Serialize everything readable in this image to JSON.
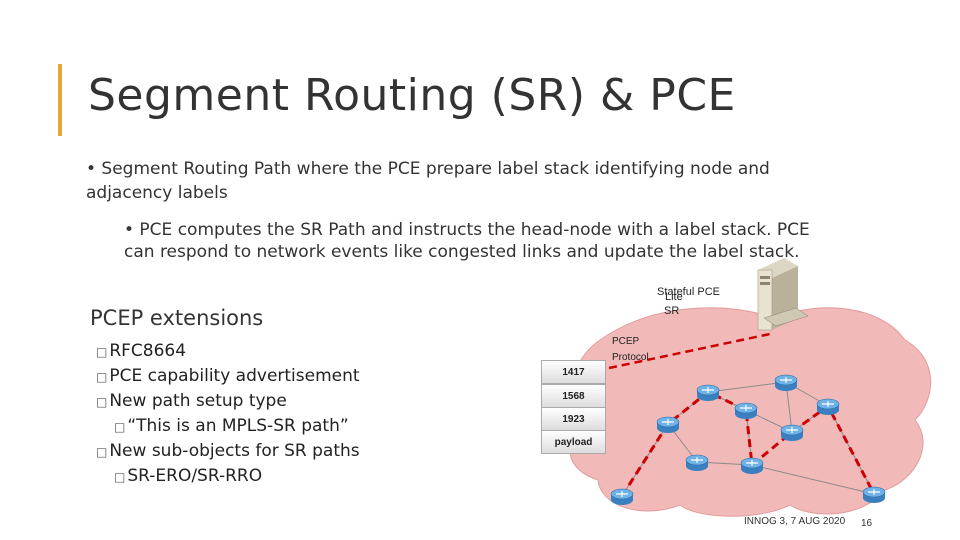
{
  "slide": {
    "title": "Segment Routing (SR) & PCE",
    "bullet_1": "• Segment Routing Path where the PCE prepare label stack identifying node and  adjacency labels",
    "bullet_2": "• PCE computes the SR Path and instructs the head-node with a label stack. PCE can respond to network events like congested links and update the label  stack."
  },
  "extensions": {
    "heading": "PCEP extensions",
    "items": [
      {
        "text": "RFC8664",
        "level": 1
      },
      {
        "text": "PCE capability advertisement",
        "level": 1
      },
      {
        "text": "New path setup type",
        "level": 1
      },
      {
        "text": "“This is an MPLS-SR path”",
        "level": 2
      },
      {
        "text": "New sub-objects for SR paths",
        "level": 1
      },
      {
        "text": "SR-ERO/SR-RRO",
        "level": 2
      }
    ]
  },
  "diagram": {
    "pce_label_line1": "Stateful PCE",
    "pce_label_overlap": "Lite",
    "pce_label_line2": "SR",
    "protocol_line1": "PCEP",
    "protocol_line2": "Protocol",
    "label_stack": [
      "1417",
      "1568",
      "1923",
      "payload"
    ],
    "router_icon": "router-icon",
    "server_icon": "server-icon",
    "cloud_color": "#f2b9b9",
    "path_color": "#cc0000"
  },
  "footer": {
    "event": "INNOG 3, 7 AUG 2020",
    "page_number": "16"
  },
  "colors": {
    "accent": "#e8a33b"
  }
}
